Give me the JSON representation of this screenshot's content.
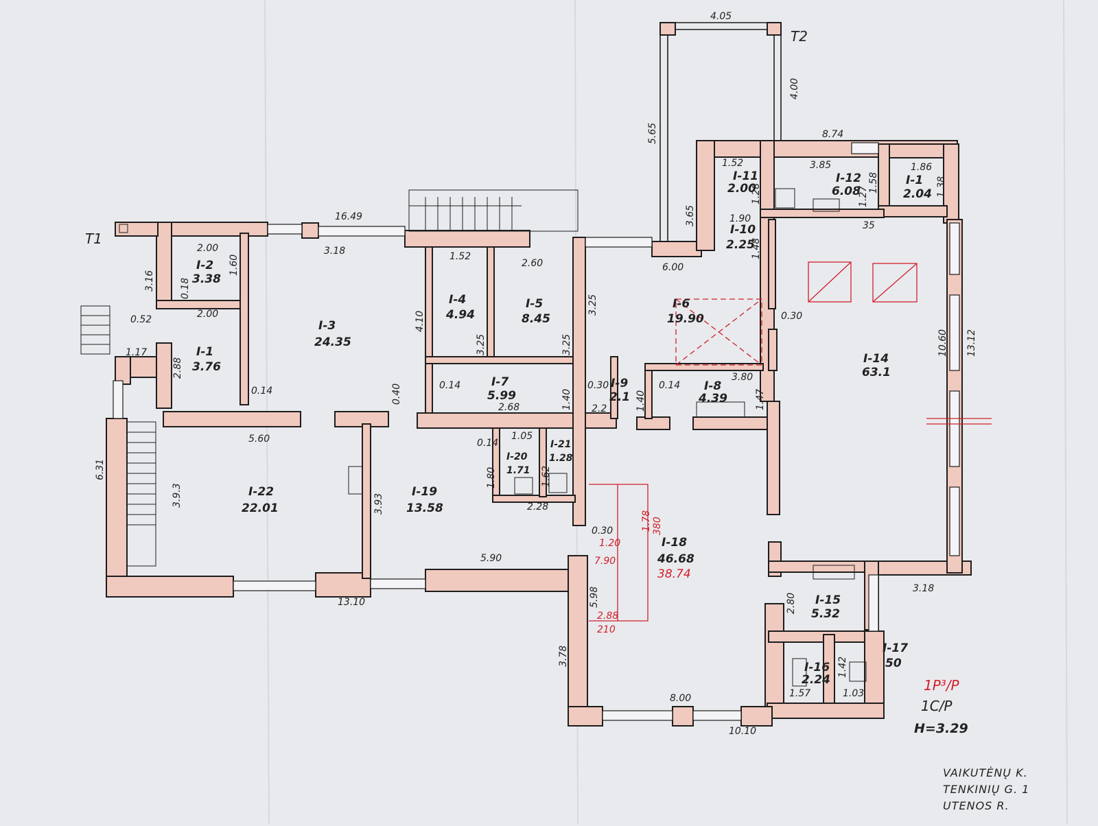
{
  "plan": {
    "markers": {
      "t1": "T1",
      "t2": "T2"
    },
    "dims": {
      "top_total": "16.49",
      "top_ext": "4.05",
      "ext_side_a": "4.00",
      "ext_side_b": "5.65",
      "right_top": "8.74",
      "d318a": "3.18",
      "d200a": "2.00",
      "d200b": "2.00",
      "d316": "3.16",
      "d052": "0.52",
      "d117": "1.17",
      "d018": "0.18",
      "d160": "1.60",
      "d288": "2.88",
      "d014a": "0.14",
      "d040": "0.40",
      "d410": "4.10",
      "d152a": "1.52",
      "d260": "2.60",
      "d325a": "3.25",
      "d325b": "3.25",
      "d325c": "3.25",
      "d600": "6.00",
      "d365": "3.65",
      "d152b": "1.52",
      "d190": "1.90",
      "d128": "1.28",
      "d148": "1.48",
      "d385": "3.85",
      "d158": "1.58",
      "d127": "1.27",
      "d35": "35",
      "d186": "1.86",
      "d138": "1.38",
      "d030a": "0.30",
      "d1060": "10.60",
      "d1312": "13.12",
      "d014b": "0.14",
      "d268": "2.68",
      "d030b": "0.30",
      "d140a": "1.40",
      "d22": "2.2",
      "d140b": "1.40",
      "d014c": "0.14",
      "d380": "3.80",
      "d147": "1.47",
      "d560": "5.60",
      "d631": "6.31",
      "d393a": "3.9.3",
      "d393b": "3.93",
      "d014d": "0.14",
      "d105": "1.05",
      "d180": "1.80",
      "d228": "2.28",
      "d162": "1.62",
      "d030c": "0.30",
      "d590": "5.90",
      "d1310": "13.10",
      "d598": "5.98",
      "d378": "3.78",
      "d280": "2.80",
      "d318b": "3.18",
      "d157": "1.57",
      "d103": "1.03",
      "d800": "8.00",
      "d1010": "10.10",
      "d142": "1.42"
    },
    "red_dims": {
      "r178": "1.78",
      "r380": "380",
      "r120": "1.20",
      "r790": "7.90",
      "r3874": "38.74",
      "r288": "2.88",
      "r210": "210"
    },
    "rooms": [
      {
        "id": "I-2",
        "area": "3.38"
      },
      {
        "id": "I-1",
        "area": "3.76"
      },
      {
        "id": "I-3",
        "area": "24.35"
      },
      {
        "id": "I-4",
        "area": "4.94"
      },
      {
        "id": "I-5",
        "area": "8.45"
      },
      {
        "id": "I-6",
        "area": "19.90"
      },
      {
        "id": "I-11",
        "area": "2.00"
      },
      {
        "id": "I-12",
        "area": "6.08"
      },
      {
        "id": "I-1",
        "area": "2.04"
      },
      {
        "id": "I-10",
        "area": "2.25"
      },
      {
        "id": "I-7",
        "area": "5.99"
      },
      {
        "id": "I-9",
        "area": "2.1"
      },
      {
        "id": "I-8",
        "area": "4.39"
      },
      {
        "id": "I-14",
        "area": "63.1"
      },
      {
        "id": "I-22",
        "area": "22.01"
      },
      {
        "id": "I-19",
        "area": "13.58"
      },
      {
        "id": "I-20",
        "area": "1.71"
      },
      {
        "id": "I-21",
        "area": "1.28"
      },
      {
        "id": "I-18",
        "area": "46.68"
      },
      {
        "id": "I-15",
        "area": "5.32"
      },
      {
        "id": "I-16",
        "area": "2.24"
      },
      {
        "id": "I-17",
        "area": "50"
      }
    ],
    "room18_red_area": "38.74",
    "stamp": {
      "code_a": "1P³/P",
      "code_b": "1C/P",
      "height": "H=3.29"
    },
    "address": {
      "line1": "VAIKUTĖNŲ K.",
      "line2": "TENKINIŲ G. 1",
      "line3": "UTENOS R."
    }
  }
}
